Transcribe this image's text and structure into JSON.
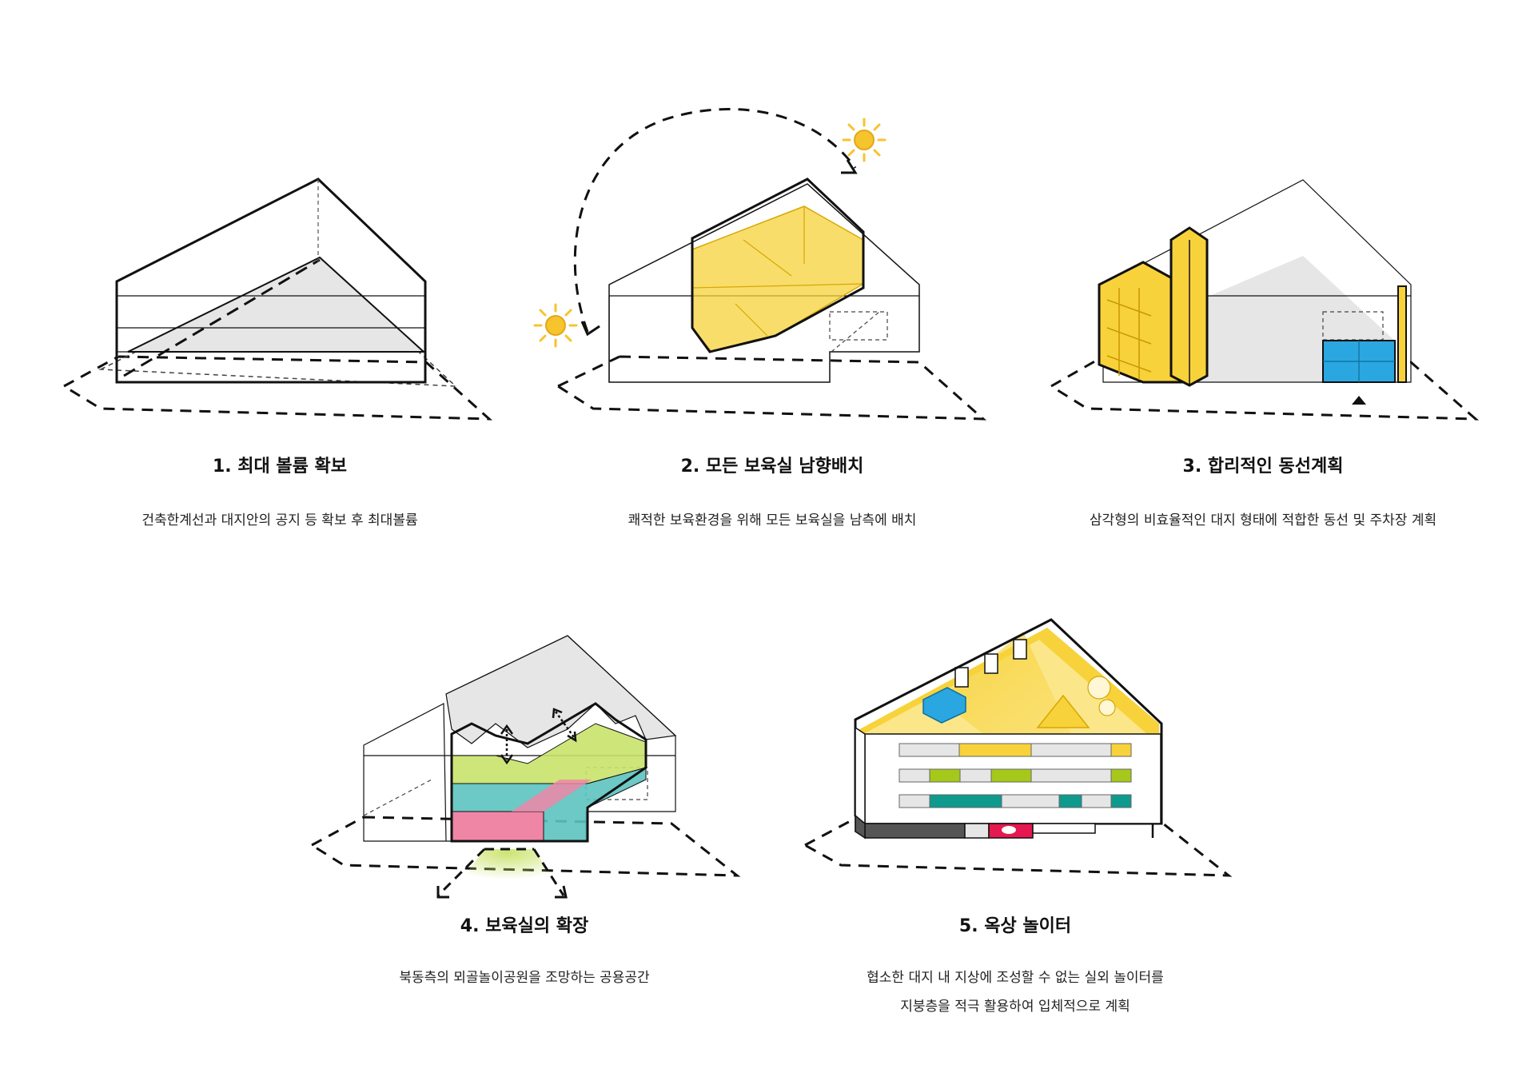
{
  "panels": [
    {
      "title": "1. 최대 볼륨 확보",
      "desc": [
        "건축한계선과 대지안의 공지 등 확보 후 최대볼륨"
      ]
    },
    {
      "title": "2. 모든 보육실 남향배치",
      "desc": [
        "쾌적한 보육환경을 위해 모든 보육실을 남측에 배치"
      ]
    },
    {
      "title": "3. 합리적인 동선계획",
      "desc": [
        "삼각형의 비효율적인 대지 형태에 적합한 동선 및 주차장 계획"
      ]
    },
    {
      "title": "4. 보육실의 확장",
      "desc": [
        "북동측의 뫼골놀이공원을 조망하는 공용공간"
      ]
    },
    {
      "title": "5. 옥상 놀이터",
      "desc": [
        "협소한 대지 내 지상에 조성할 수 없는 실외 놀이터를",
        "지붕층을 적극 활용하여 입체적으로 계획"
      ]
    }
  ],
  "colors": {
    "line": "#111111",
    "gray_fill": "#e6e6e6",
    "yellow": "#f7d23a",
    "yellow_light": "#fbe68a",
    "blue": "#2aa7e0",
    "lime": "#c9e36a",
    "teal": "#5cc3c0",
    "pink": "#ef86a6",
    "red": "#e5184f",
    "dark_gray": "#555555",
    "green_bar": "#a6c81a",
    "teal_bar": "#0f9a8e",
    "sun": "#f6c42c"
  },
  "icons": {
    "sun": "sun-icon",
    "double_arrow": "double-arrow-icon",
    "entrance_marker": "triangle-marker-icon"
  }
}
